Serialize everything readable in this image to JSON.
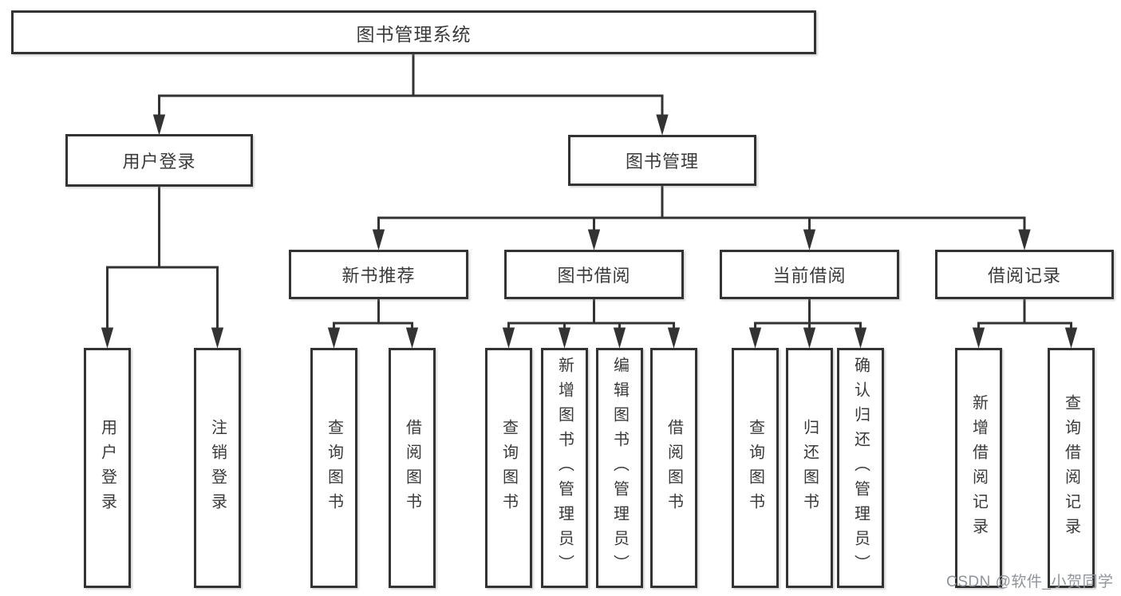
{
  "diagram": {
    "root": "图书管理系统",
    "level2": {
      "user_login": "用户登录",
      "book_management": "图书管理"
    },
    "level3": {
      "new_book_recommend": "新书推荐",
      "book_borrow": "图书借阅",
      "current_borrow": "当前借阅",
      "borrow_records": "借阅记录"
    },
    "leaves": {
      "user_login_children": [
        "用户登录",
        "注销登录"
      ],
      "new_book_children": [
        "查询图书",
        "借阅图书"
      ],
      "book_borrow_children": [
        "查询图书",
        "新增图书（管理员）",
        "编辑图书（管理员）",
        "借阅图书"
      ],
      "current_borrow_children": [
        "查询图书",
        "归还图书",
        "确认归还（管理员）"
      ],
      "borrow_records_children": [
        "新增借阅记录",
        "查询借阅记录"
      ]
    }
  },
  "watermark": "CSDN @软件_小贺同学",
  "colors": {
    "line": "#333333",
    "box_border": "#333333",
    "text": "#3a3a3a",
    "watermark": "#8f949c",
    "background": "#ffffff"
  }
}
